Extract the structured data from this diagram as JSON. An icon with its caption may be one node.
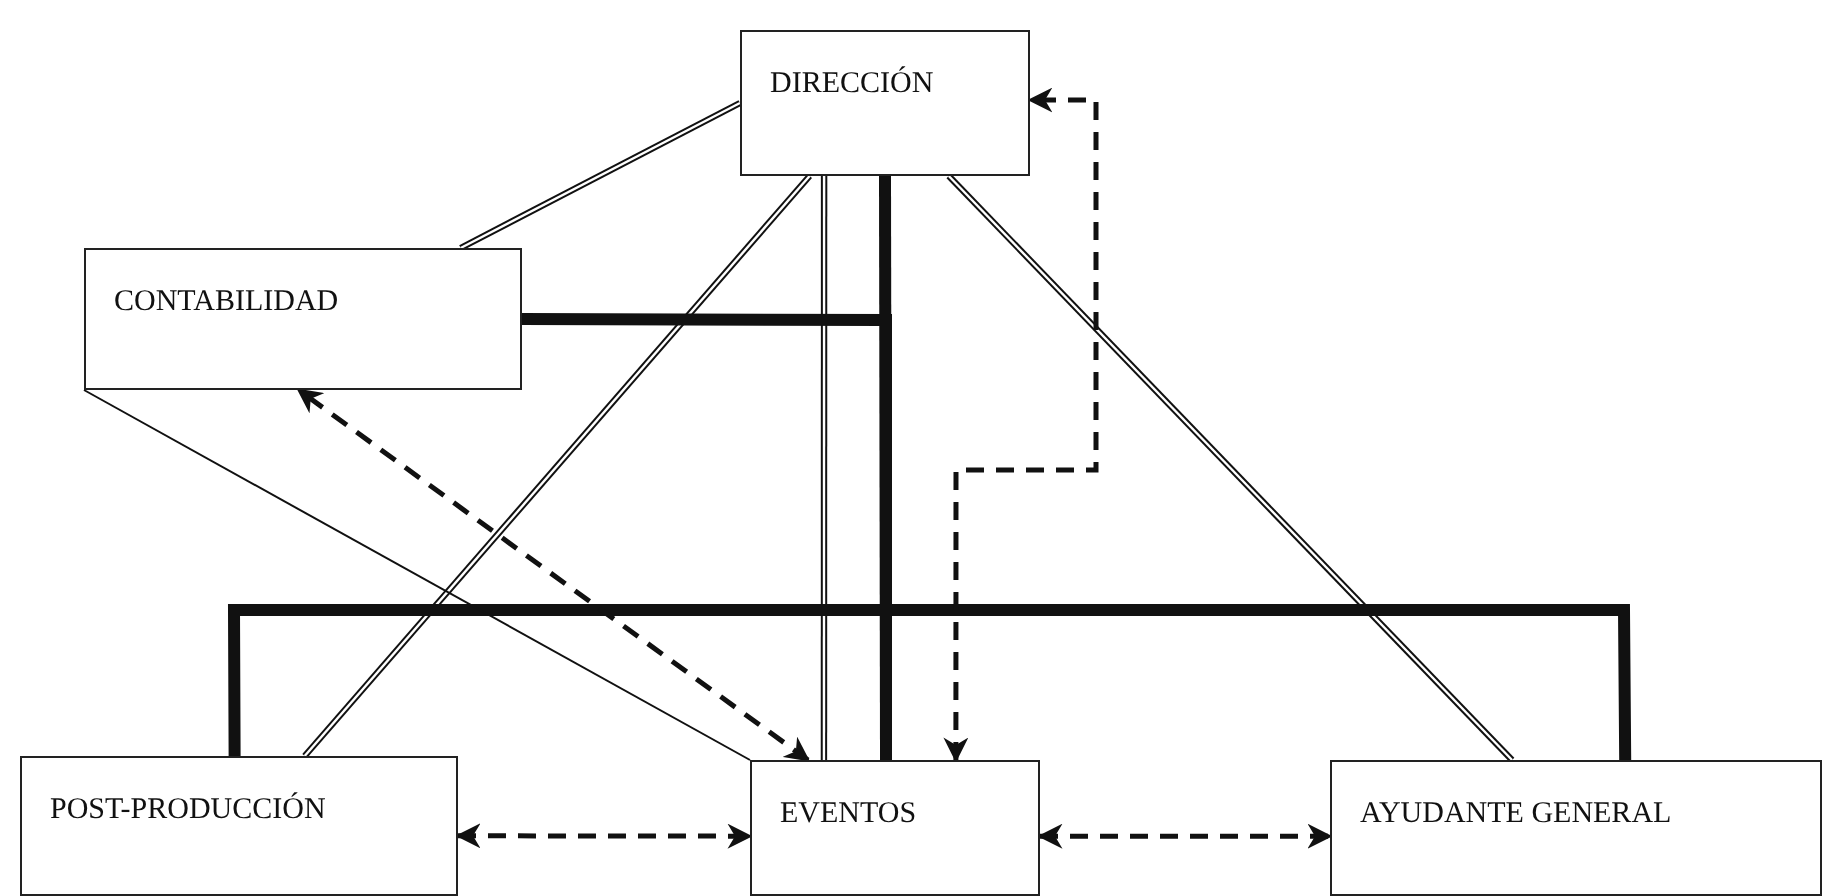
{
  "diagram": {
    "nodes": [
      {
        "text": [
          "DIRECCIÓN"
        ]
      },
      {
        "text": [
          "CONTABILIDAD"
        ]
      },
      {
        "text": [
          "POST-PRODUCCIÓN"
        ]
      },
      {
        "text": [
          "EVENTOS"
        ]
      },
      {
        "text": [
          "AYUDANTE GENERAL"
        ]
      }
    ],
    "edges": [
      {
        "from": 0,
        "to": 1,
        "arrow": "none"
      },
      {
        "from": 0,
        "to": 2,
        "arrow": "none"
      },
      {
        "from": 0,
        "to": 3,
        "arrow": "none"
      },
      {
        "from": 0,
        "to": 3,
        "arrow": "none",
        "style": "thick"
      },
      {
        "from": 1,
        "to": 3,
        "arrow": "none",
        "style": "thick"
      },
      {
        "from": 0,
        "to": 4,
        "arrow": "none"
      },
      {
        "from": 2,
        "to": 4,
        "arrow": "none",
        "style": "thick"
      },
      {
        "from": 1,
        "to": 3,
        "arrow": "none"
      },
      {
        "from": 3,
        "to": 1,
        "arrow": "both",
        "style": "dashed"
      },
      {
        "from": 3,
        "to": 0,
        "arrow": "both",
        "style": "dashed"
      },
      {
        "from": 2,
        "to": 3,
        "arrow": "both",
        "style": "dashed"
      },
      {
        "from": 3,
        "to": 4,
        "arrow": "both",
        "style": "dashed"
      }
    ]
  }
}
